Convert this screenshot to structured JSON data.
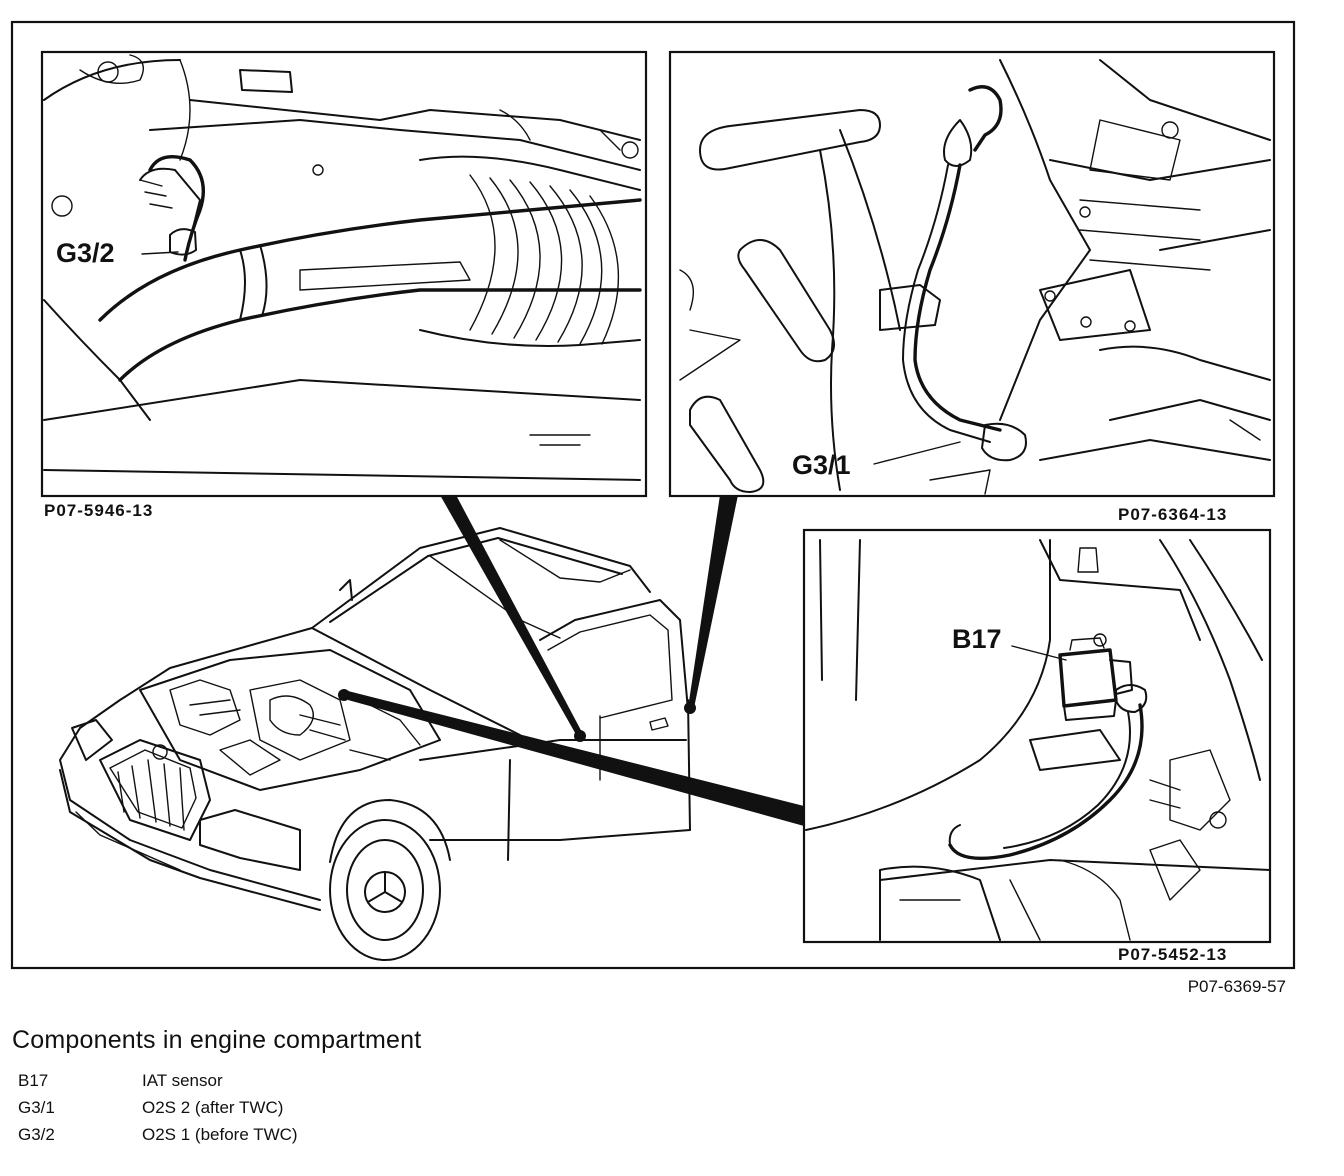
{
  "panels": {
    "top_left": {
      "callout": "G3/2",
      "code": "P07-5946-13"
    },
    "top_right": {
      "callout": "G3/1",
      "code": "P07-6364-13"
    },
    "bottom_right": {
      "callout": "B17",
      "code": "P07-5452-13"
    }
  },
  "figure_code": "P07-6369-57",
  "caption": {
    "title": "Components in engine compartment",
    "items": [
      {
        "code": "B17",
        "description": "IAT sensor"
      },
      {
        "code": "G3/1",
        "description": "O2S 2 (after TWC)"
      },
      {
        "code": "G3/2",
        "description": "O2S 1 (before TWC)"
      }
    ]
  }
}
